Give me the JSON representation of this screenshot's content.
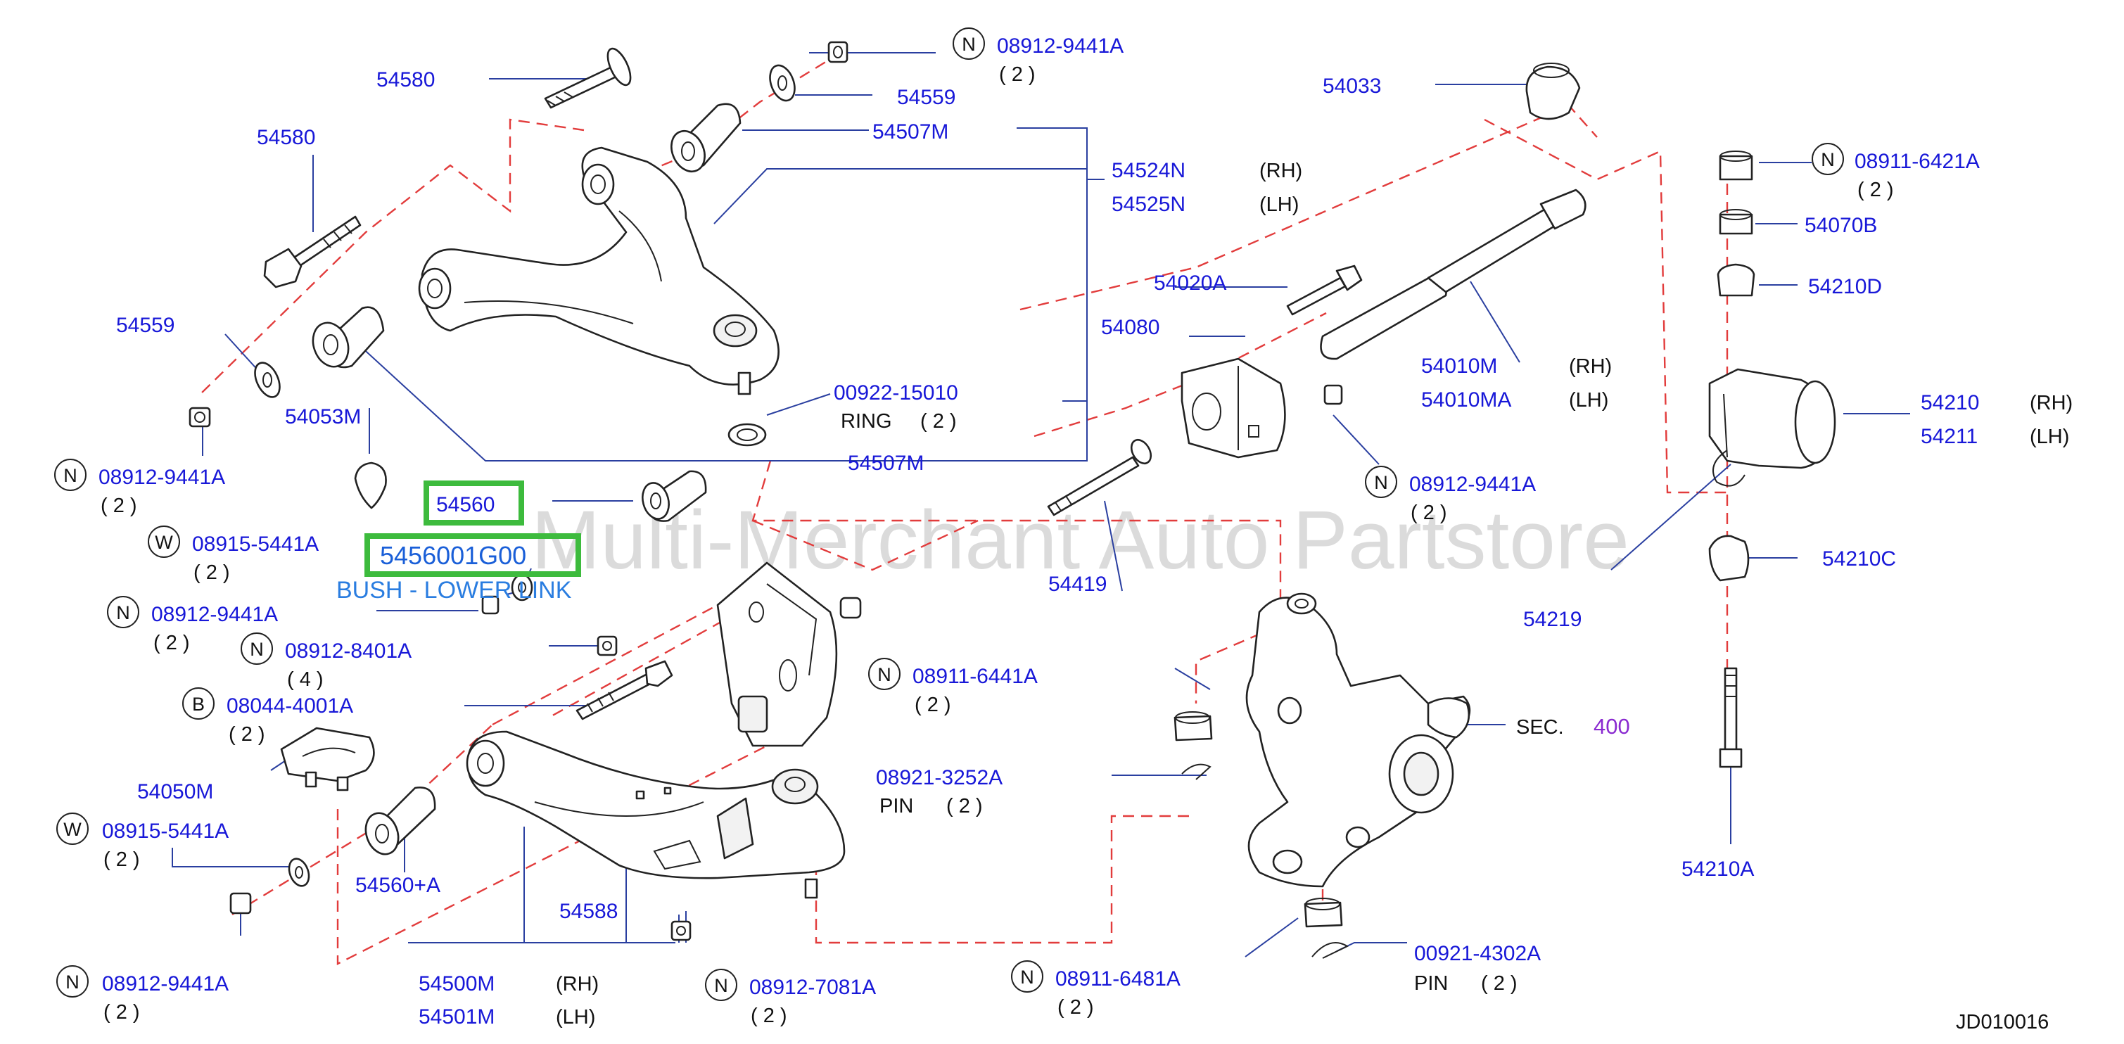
{
  "diagram_code": "JD010016",
  "watermark": "Multi-Merchant Auto Partstore",
  "highlight": {
    "part": "54560",
    "part_number": "5456001G00",
    "description": "BUSH - LOWER LINK"
  },
  "side": {
    "rh": "(RH)",
    "lh": "(LH)"
  },
  "labels": {
    "p54580a": "54580",
    "p54580b": "54580",
    "p54559a": "54559",
    "p54559b": "54559",
    "p54507m_top": "54507M",
    "p54507m_bot": "54507M",
    "p54524n": "54524N",
    "p54525n": "54525N",
    "p54053m": "54053M",
    "p00922": "00922-15010",
    "ring": "RING",
    "ring_qty": "( 2 )",
    "p54033": "54033",
    "p54020a": "54020A",
    "p54080": "54080",
    "p54010m": "54010M",
    "p54010ma": "54010MA",
    "p54419": "54419",
    "p54210": "54210",
    "p54211": "54211",
    "p54210c": "54210C",
    "p54210d": "54210D",
    "p54070b": "54070B",
    "p54219": "54219",
    "p54210a": "54210A",
    "p54050m": "54050M",
    "p54560a": "54560+A",
    "p54588": "54588",
    "p54500m": "54500M",
    "p54501m": "54501M",
    "p08921": "08921-3252A",
    "pin1": "PIN",
    "pin1_qty": "( 2 )",
    "p00921": "00921-4302A",
    "pin2": "PIN",
    "pin2_qty": "( 2 )",
    "sec": "SEC.",
    "sec_num": "400"
  },
  "hardware": [
    {
      "id": "h1",
      "prefix": "N",
      "pn": "08912-9441A",
      "qty": "( 2 )"
    },
    {
      "id": "h2",
      "prefix": "N",
      "pn": "08912-9441A",
      "qty": "( 2 )"
    },
    {
      "id": "h3",
      "prefix": "W",
      "pn": "08915-5441A",
      "qty": "( 2 )"
    },
    {
      "id": "h4",
      "prefix": "N",
      "pn": "08912-9441A",
      "qty": "( 2 )"
    },
    {
      "id": "h5",
      "prefix": "N",
      "pn": "08912-8401A",
      "qty": "( 4 )"
    },
    {
      "id": "h6",
      "prefix": "B",
      "pn": "08044-4001A",
      "qty": "( 2 )"
    },
    {
      "id": "h7",
      "prefix": "W",
      "pn": "08915-5441A",
      "qty": "( 2 )"
    },
    {
      "id": "h8",
      "prefix": "N",
      "pn": "08912-9441A",
      "qty": "( 2 )"
    },
    {
      "id": "h9",
      "prefix": "N",
      "pn": "08912-7081A",
      "qty": "( 2 )"
    },
    {
      "id": "h10",
      "prefix": "N",
      "pn": "08911-6481A",
      "qty": "( 2 )"
    },
    {
      "id": "h11",
      "prefix": "N",
      "pn": "08911-6441A",
      "qty": "( 2 )"
    },
    {
      "id": "h12",
      "prefix": "N",
      "pn": "08912-9441A",
      "qty": "( 2 )"
    },
    {
      "id": "h13",
      "prefix": "N",
      "pn": "08911-6421A",
      "qty": "( 2 )"
    }
  ]
}
